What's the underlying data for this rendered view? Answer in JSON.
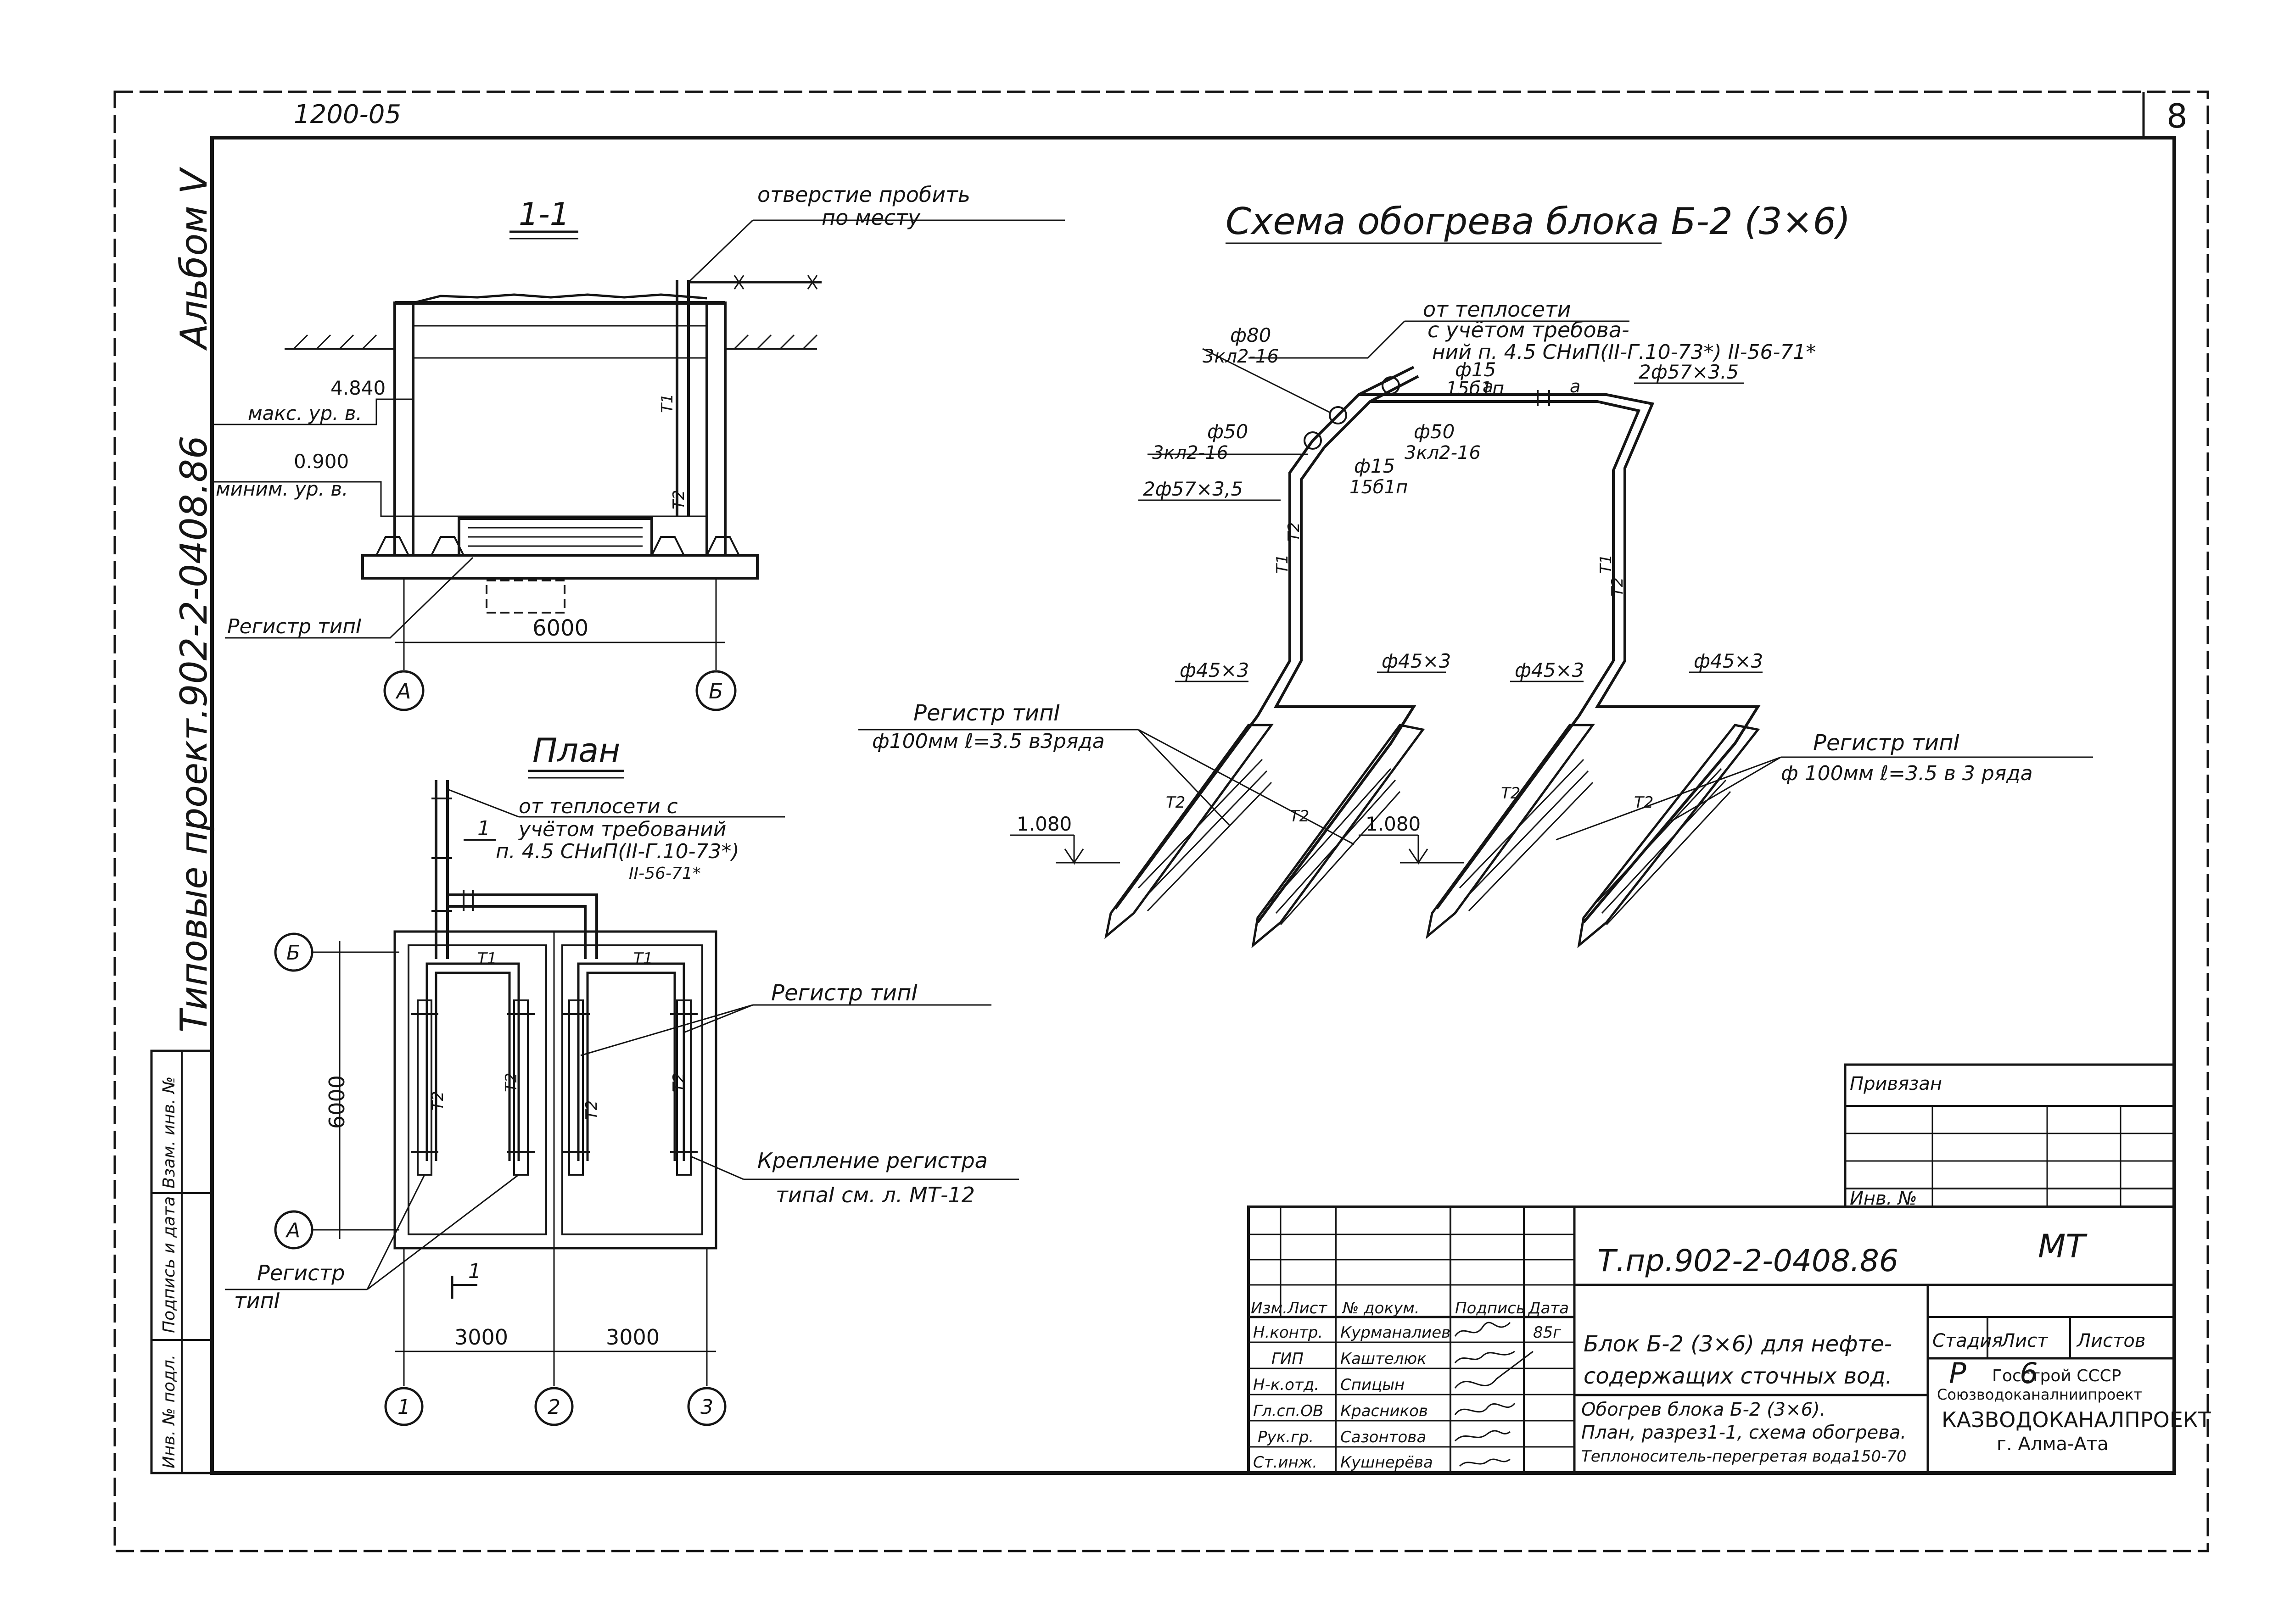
{
  "sheet": {
    "archive_number": "1200-05",
    "sheet_number": "8",
    "album": "Альбом V",
    "series": "Типовые проект.902-2-0408.86"
  },
  "side_stamp": {
    "cells": [
      "Инв. № подл.",
      "Подпись и дата",
      "Взам. инв. №"
    ]
  },
  "section": {
    "title": "1-1",
    "hole_note_1": "отверстие пробить",
    "hole_note_2": "по месту",
    "max_level_value": "4.840",
    "max_level_label": "макс. ур. в.",
    "min_level_value": "0.900",
    "min_level_label": "миним. ур. в.",
    "register_label": "Регистр типI",
    "dimension": "6000",
    "axis_left": "А",
    "axis_right": "Б",
    "pipe_t1": "T1",
    "pipe_t2": "T2"
  },
  "plan": {
    "title": "План",
    "source_note_1": "от теплосети с",
    "source_note_2": "учётом требований",
    "source_note_3": "п. 4.5  СНиП(II-Г.10-73*)",
    "source_note_4": "II-56-71*",
    "cut_mark": "1",
    "register_label_right": "Регистр типI",
    "register_label_left_1": "Регистр",
    "register_label_left_2": "типI",
    "mount_note_1": "Крепление регистра",
    "mount_note_2": "типаI   см. л. МТ-12",
    "dim_vertical": "6000",
    "dim_left": "3000",
    "dim_right": "3000",
    "axis_b": "Б",
    "axis_a": "А",
    "axis_1": "1",
    "axis_2": "2",
    "axis_3": "3",
    "pipe_t1": "T1",
    "pipe_t2": "T2"
  },
  "scheme": {
    "title": "Схема обогрева блока     Б-2  (3×6)",
    "source_note_1": "от теплосети",
    "source_note_2": "с учётом требова-",
    "source_note_3": "ний  п. 4.5  СНиП(II-Г.10-73*) II-56-71*",
    "d80": "ф80",
    "v1": "3кл2-16",
    "d15a": "ф15",
    "v2": "15б1п",
    "d50a": "ф50",
    "v3": "3кл2-16",
    "d50b": "ф50",
    "v4": "3кл2-16",
    "d15b": "ф15",
    "v5": "15б1п",
    "pipe_pair_top": "2ф57×3.5",
    "pipe_pair_left": "2ф57×3,5",
    "mark_a": "а",
    "d45_1": "ф45×3",
    "d45_2": "ф45×3",
    "d45_3": "ф45×3",
    "d45_4": "ф45×3",
    "register_left_1": "Регистр   типI",
    "register_left_2": "ф100мм  ℓ=3.5  в3ряда",
    "register_right_1": "Регистр    типI",
    "register_right_2": "ф 100мм  ℓ=3.5  в 3 ряда",
    "elev_left": "1.080",
    "elev_right": "1.080",
    "pipe_t1": "T1",
    "pipe_t2": "T2"
  },
  "binding_block": {
    "label": "Привязан",
    "inv_label": "Инв. №"
  },
  "title_block": {
    "doc_code": "Т.пр.902-2-0408.86",
    "mark": "МТ",
    "headers": [
      "Изм.",
      "Лист",
      "№ докум.",
      "Подпись",
      "Дата"
    ],
    "rows": [
      {
        "role": "Н.контр.",
        "name": "Курманалиев",
        "date": "85г"
      },
      {
        "role": "ГИП",
        "name": "Каштелюк",
        "date": ""
      },
      {
        "role": "Н-к.отд.",
        "name": "Спицын",
        "date": ""
      },
      {
        "role": "Гл.сп.ОВ",
        "name": "Красников",
        "date": ""
      },
      {
        "role": "Рук.гр.",
        "name": "Сазонтова",
        "date": ""
      },
      {
        "role": "Ст.инж.",
        "name": "Кушнерёва",
        "date": ""
      }
    ],
    "object_1": "Блок Б-2 (3×6) для нефте-",
    "object_2": "содержащих сточных вод.",
    "sheet_1": "Обогрев блока Б-2 (3×6).",
    "sheet_2": "План, разрез1-1, схема обогрева.",
    "sheet_3": "Теплоноситель-перегретая вода150-70",
    "stage_label": "Стадия",
    "sheet_label": "Лист",
    "sheets_label": "Листов",
    "stage": "Р",
    "sheet_no": "6",
    "org_1": "Госстрой СССР",
    "org_2": "Союзводоканалниипроект",
    "org_3": "КАЗВОДОКАНАЛПРОЕКТ",
    "org_4": "г. Алма-Ата"
  }
}
